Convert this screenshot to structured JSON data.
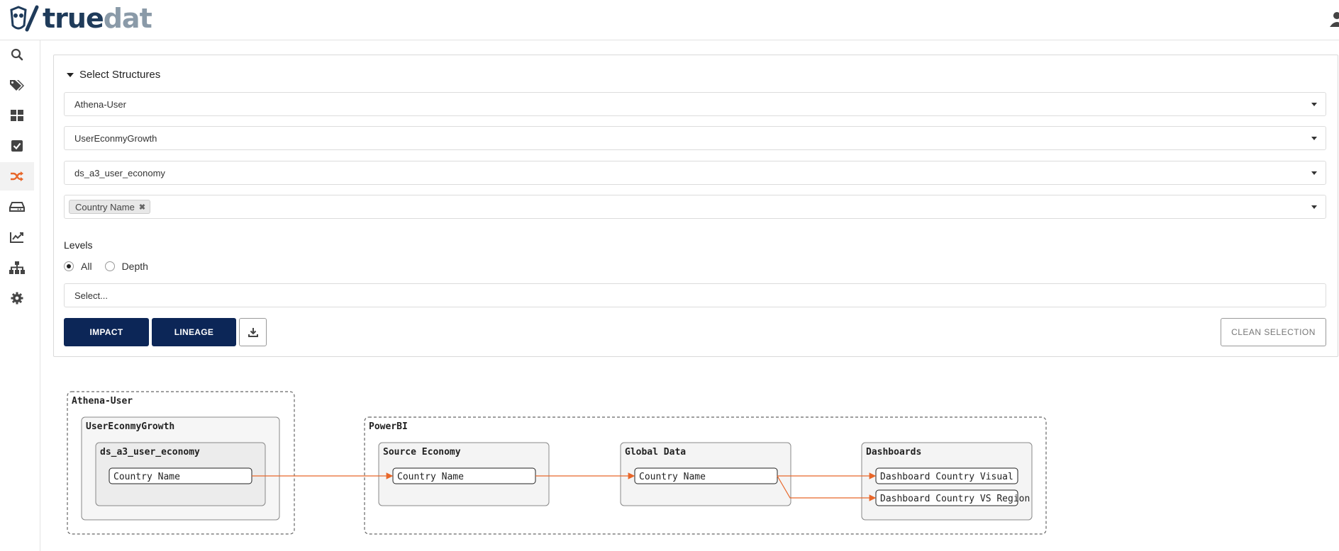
{
  "app": {
    "logo_prefix": "true",
    "logo_suffix": "dat"
  },
  "sidebar": {
    "items": [
      {
        "name": "search",
        "icon": "search-icon"
      },
      {
        "name": "tags",
        "icon": "tags-icon"
      },
      {
        "name": "dashboard",
        "icon": "dashboard-grid-icon"
      },
      {
        "name": "tasks",
        "icon": "checkbox-icon"
      },
      {
        "name": "lineage",
        "icon": "shuffle-icon",
        "active": true
      },
      {
        "name": "storage",
        "icon": "hard-drive-icon"
      },
      {
        "name": "analytics",
        "icon": "line-chart-icon"
      },
      {
        "name": "hierarchy",
        "icon": "sitemap-icon"
      },
      {
        "name": "settings",
        "icon": "gear-icon"
      }
    ],
    "active_color": "#e8672a"
  },
  "panel": {
    "title": "Select Structures",
    "selectors": [
      "Athena-User",
      "UserEconmyGrowth",
      "ds_a3_user_economy"
    ],
    "field_chip": "Country Name",
    "levels_label": "Levels",
    "levels_options": [
      "All",
      "Depth"
    ],
    "levels_selected": "All",
    "depth_placeholder": "Select...",
    "buttons": {
      "impact": "IMPACT",
      "lineage": "LINEAGE",
      "clean": "CLEAN SELECTION"
    }
  },
  "graph": {
    "groups": [
      {
        "label": "Athena-User",
        "children": [
          {
            "label": "UserEconmyGrowth",
            "children": [
              {
                "label": "ds_a3_user_economy",
                "fields": [
                  "Country Name"
                ]
              }
            ]
          }
        ]
      },
      {
        "label": "PowerBI",
        "children": [
          {
            "label": "Source Economy",
            "fields": [
              "Country Name"
            ]
          },
          {
            "label": "Global Data",
            "fields": [
              "Country Name"
            ]
          },
          {
            "label": "Dashboards",
            "fields": [
              "Dashboard Country Visual",
              "Dashboard Country VS Region"
            ]
          }
        ]
      }
    ],
    "edge_color": "#e8672a"
  }
}
